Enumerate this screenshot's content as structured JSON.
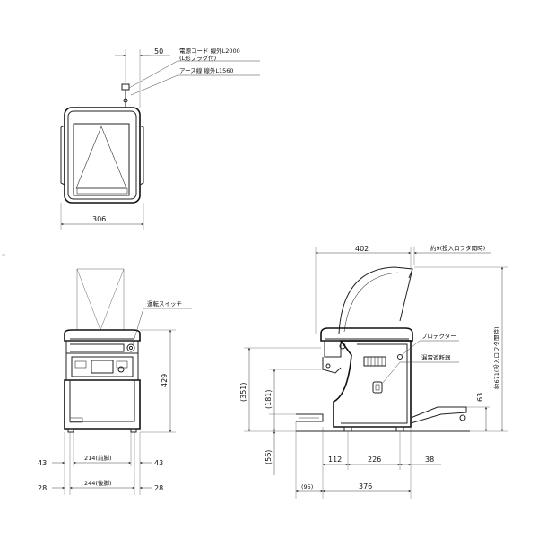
{
  "top_view": {
    "dim_cord_offset": "50",
    "note_power_cord": "電源コード 線外L2000",
    "note_plug": "(L形プラグ付)",
    "note_earth_wire": "アース線 線外L1560",
    "dim_width": "306"
  },
  "front_view": {
    "note_switch": "運転スイッチ",
    "dim_height": "429",
    "dim_front_legs": "214(前脚)",
    "dim_rear_legs": "244(後脚)",
    "dim_left_43": "43",
    "dim_right_43": "43",
    "dim_left_28": "28",
    "dim_right_28": "28"
  },
  "side_view": {
    "dim_lid_width": "402",
    "note_lid_open": "約9(投入口フタ開時)",
    "dim_total_height": "約671(投入口フタ開時)",
    "dim_351": "(351)",
    "dim_181": "(181)",
    "dim_56": "(56)",
    "dim_63": "63",
    "note_protector": "プロテクター",
    "note_breaker": "漏電遮断器",
    "dim_112": "112",
    "dim_226": "226",
    "dim_38": "38",
    "dim_95": "(95)",
    "dim_376": "376"
  }
}
